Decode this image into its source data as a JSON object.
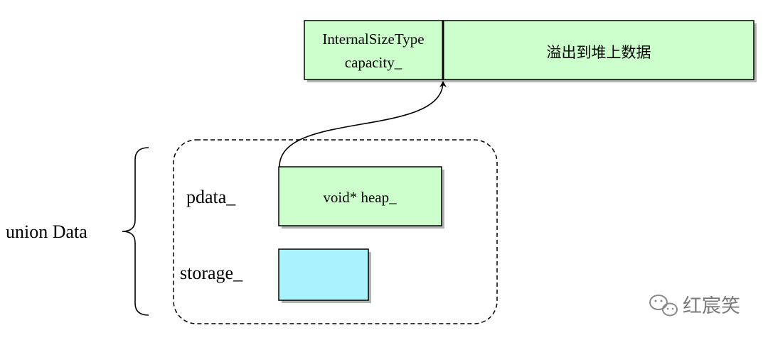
{
  "heap_block": {
    "capacity_line1": "InternalSizeType",
    "capacity_line2": "capacity_",
    "overflow_label": "溢出到堆上数据"
  },
  "union": {
    "label": "union Data",
    "pdata_label": "pdata_",
    "pdata_box": "void* heap_",
    "storage_label": "storage_"
  },
  "watermark": {
    "text": "红宸笑",
    "icon": "wechat-icon"
  },
  "colors": {
    "green_fill": "#ccffcc",
    "cyan_fill": "#a9f3ff",
    "shadow": "#b3b3b3",
    "stroke": "#000000"
  }
}
